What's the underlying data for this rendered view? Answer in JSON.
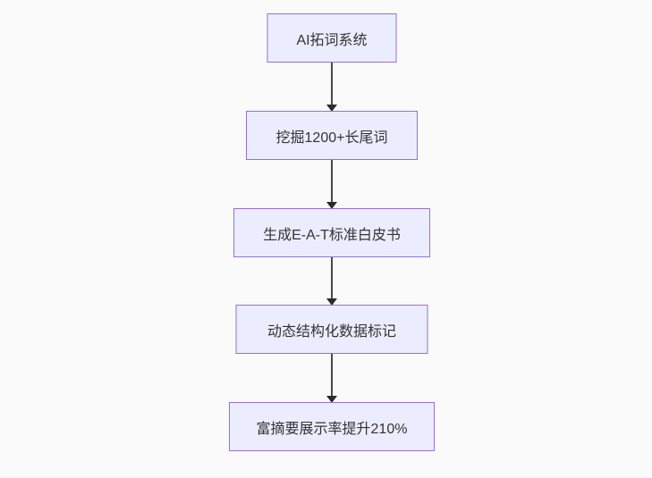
{
  "diagram": {
    "type": "flowchart",
    "direction": "top-down",
    "nodes": [
      {
        "id": "ai-keyword-system",
        "label": "AI拓词系统"
      },
      {
        "id": "mine-longtail-keywords",
        "label": "挖掘1200+长尾词"
      },
      {
        "id": "generate-eat-whitepaper",
        "label": "生成E-A-T标准白皮书"
      },
      {
        "id": "dynamic-structured-data",
        "label": "动态结构化数据标记"
      },
      {
        "id": "rich-snippet-uplift",
        "label": "富摘要展示率提升210%"
      }
    ],
    "edges": [
      {
        "from": "ai-keyword-system",
        "to": "mine-longtail-keywords"
      },
      {
        "from": "mine-longtail-keywords",
        "to": "generate-eat-whitepaper"
      },
      {
        "from": "generate-eat-whitepaper",
        "to": "dynamic-structured-data"
      },
      {
        "from": "dynamic-structured-data",
        "to": "rich-snippet-uplift"
      }
    ],
    "colors": {
      "background": "#fafafa",
      "node_fill": "#ECECFF",
      "node_border": "#9370DB",
      "node_text": "#333333",
      "arrow": "#333333"
    }
  }
}
